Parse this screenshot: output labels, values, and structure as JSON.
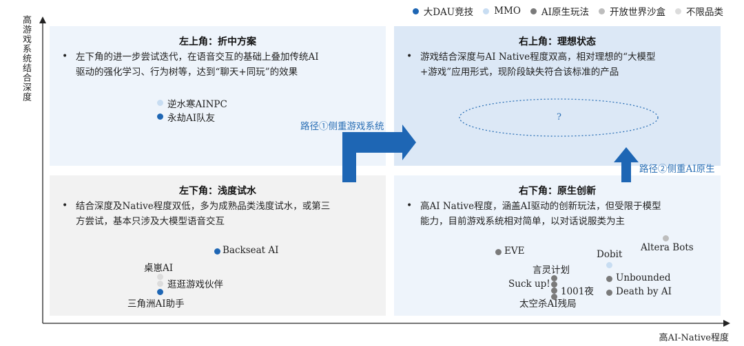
{
  "legend": [
    {
      "label": "大DAU竞技",
      "color": "#1e66b4"
    },
    {
      "label": "MMO",
      "color": "#c8ddf2"
    },
    {
      "label": "AI原生玩法",
      "color": "#7a7a7a"
    },
    {
      "label": "开放世界沙盒",
      "color": "#bdbdbd"
    },
    {
      "label": "不限品类",
      "color": "#dcdcdc"
    }
  ],
  "axes": {
    "y_label": "高游戏系统结合深度",
    "x_label": "高AI-Native程度"
  },
  "quadrants": {
    "top_left": {
      "title": "左上角：折中方案",
      "bullet": "•",
      "lines": [
        "左下角的进一步尝试迭代，在语音交互的基础上叠加传统AI",
        "驱动的强化学习、行为树等，达到“聊天+同玩”的效果"
      ]
    },
    "top_right": {
      "title": "右上角：理想状态",
      "bullet": "•",
      "lines": [
        "游戏结合深度与AI Native程度双高，相对理想的“大模型",
        "+游戏”应用形式，现阶段缺失符合该标准的产品"
      ],
      "placeholder": "?"
    },
    "bottom_left": {
      "title": "左下角：浅度试水",
      "bullet": "•",
      "lines": [
        "结合深度及Native程度双低，多为成熟品类浅度试水，或第三",
        "方尝试，基本只涉及大模型语音交互"
      ]
    },
    "bottom_right": {
      "title": "右下角：原生创新",
      "bullet": "•",
      "lines": [
        "高AI Native程度，涵盖AI驱动的创新玩法，但受限于模型",
        "能力，目前游戏系统相对简单，以对话说服类为主"
      ]
    }
  },
  "paths": {
    "path1": "路径①侧重游戏系统",
    "path2": "路径②侧重AI原生"
  },
  "products": {
    "nishuihan": "逆水寒AINPC",
    "yongjie": "永劫AI队友",
    "backseat": "Backseat AI",
    "zhuoyi": "桌崽AI",
    "guangguang": "逛逛游戏伙伴",
    "sanjiaozhou": "三角洲AI助手",
    "eve": "EVE",
    "dobit": "Dobit",
    "altera": "Altera Bots",
    "yanling": "言灵计划",
    "suckup": "Suck up!",
    "ye1001": "1001夜",
    "taikong": "太空杀AI残局",
    "unbounded": "Unbounded",
    "deathbyai": "Death by AI"
  }
}
